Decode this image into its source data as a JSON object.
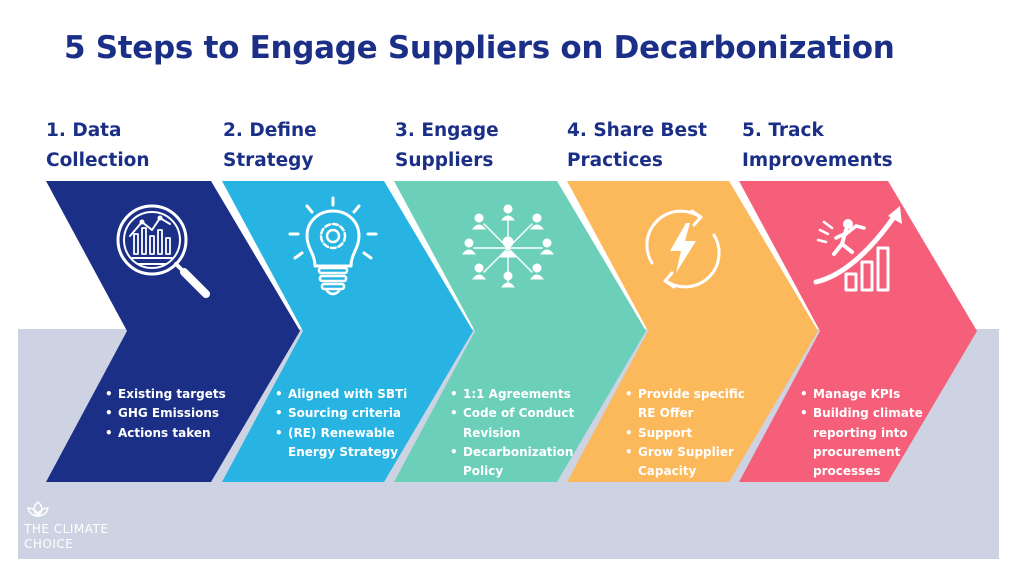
{
  "title": "5 Steps to Engage Suppliers on Decarbonization",
  "steps": [
    {
      "heading_line1": "1. Data",
      "heading_line2": "Collection",
      "color": "#1b2f87",
      "icon": "magnifier-chart-icon",
      "bullets": [
        "Existing targets",
        "GHG Emissions",
        "Actions taken"
      ]
    },
    {
      "heading_line1": "2. Define",
      "heading_line2": "Strategy",
      "color": "#27b4e3",
      "icon": "lightbulb-gear-icon",
      "bullets": [
        "Aligned with SBTi",
        "Sourcing criteria",
        "(RE) Renewable",
        "Energy Strategy"
      ]
    },
    {
      "heading_line1": "3. Engage",
      "heading_line2": "Suppliers",
      "color": "#6ccfba",
      "icon": "people-network-icon",
      "bullets": [
        "1:1 Agreements",
        "Code of Conduct",
        "Revision",
        "Decarbonization",
        "Policy"
      ]
    },
    {
      "heading_line1": "4. Share Best",
      "heading_line2": "Practices",
      "color": "#fcb95b",
      "icon": "energy-cycle-icon",
      "bullets": [
        "Provide specific",
        "RE Offer",
        "Support",
        "Grow Supplier",
        "Capacity"
      ]
    },
    {
      "heading_line1": "5. Track",
      "heading_line2": "Improvements",
      "color": "#f55f7a",
      "icon": "growth-climber-icon",
      "bullets": [
        "Manage KPIs",
        "Building climate",
        "reporting into",
        "procurement",
        "processes"
      ]
    }
  ],
  "logo": {
    "line1": "THE CLIMATE",
    "line2": "CHOICE",
    "icon": "leaf-icon"
  }
}
